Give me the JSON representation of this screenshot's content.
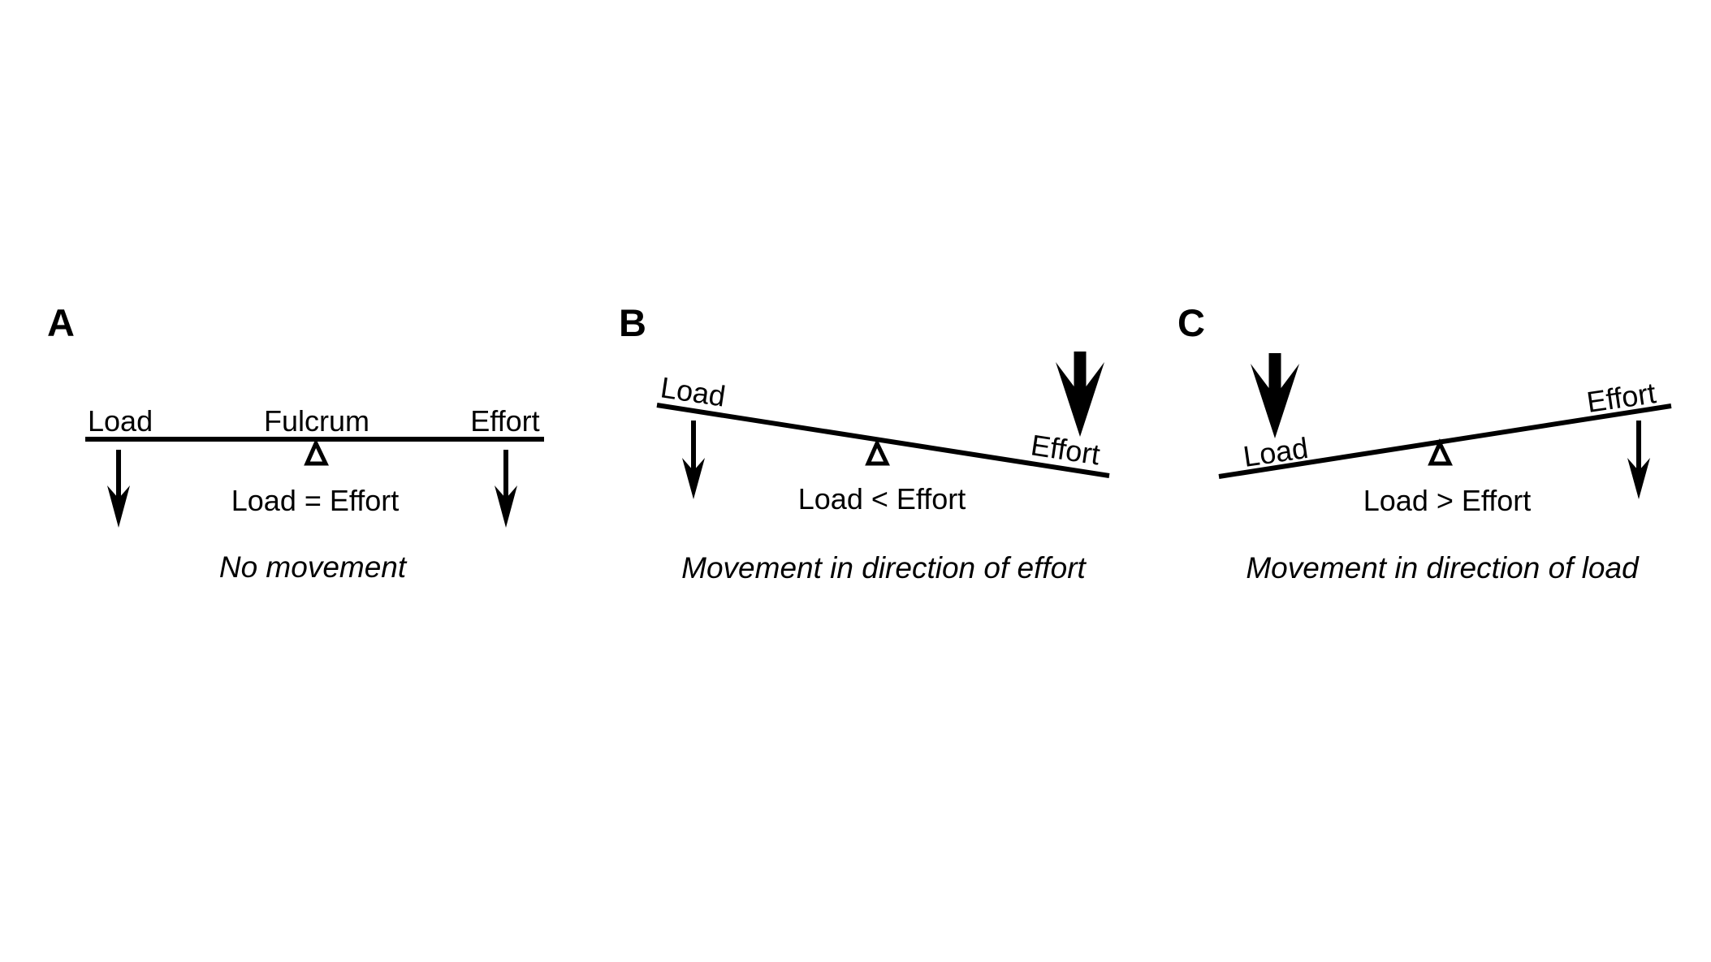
{
  "panels": [
    {
      "letter": "A",
      "load_label": "Load",
      "fulcrum_label": "Fulcrum",
      "effort_label": "Effort",
      "relation": "Load = Effort",
      "caption": "No movement"
    },
    {
      "letter": "B",
      "load_label": "Load",
      "effort_label": "Effort",
      "relation": "Load < Effort",
      "caption": "Movement in direction of effort"
    },
    {
      "letter": "C",
      "load_label": "Load",
      "effort_label": "Effort",
      "relation": "Load > Effort",
      "caption": "Movement in direction of load"
    }
  ],
  "colors": {
    "ink": "#000000",
    "background": "#ffffff"
  }
}
